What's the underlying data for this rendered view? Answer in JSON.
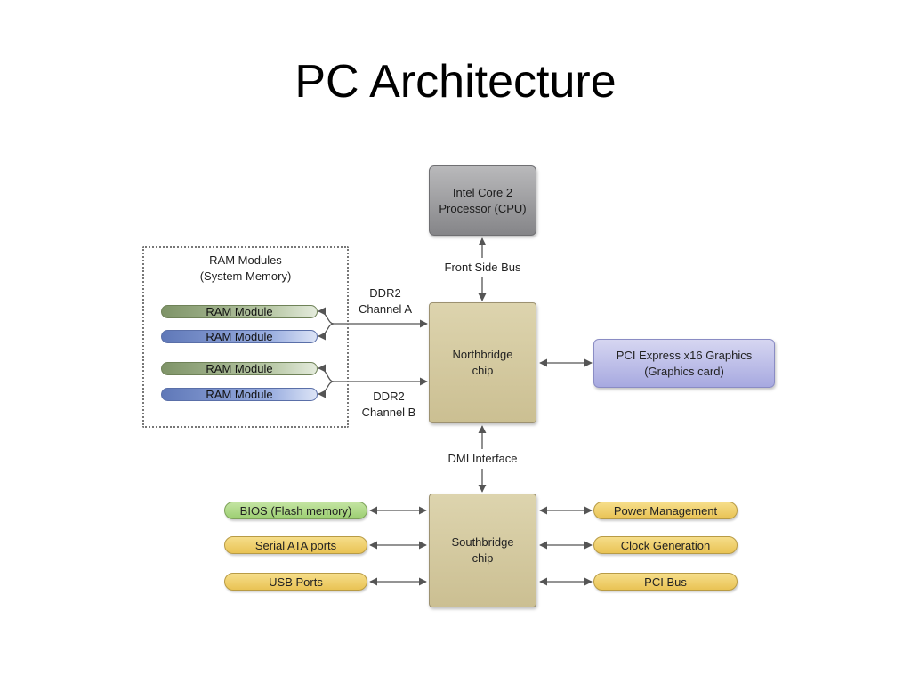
{
  "slide": {
    "title": "PC Architecture"
  },
  "cpu": {
    "line1": "Intel Core 2",
    "line2": "Processor (CPU)"
  },
  "northbridge": {
    "line1": "Northbridge",
    "line2": "chip"
  },
  "southbridge": {
    "line1": "Southbridge",
    "line2": "chip"
  },
  "graphics": {
    "line1": "PCI Express x16 Graphics",
    "line2": "(Graphics card)"
  },
  "ram_group": {
    "line1": "RAM Modules",
    "line2": "(System Memory)",
    "modules": [
      "RAM Module",
      "RAM Module",
      "RAM Module",
      "RAM Module"
    ]
  },
  "buses": {
    "front_side": "Front Side Bus",
    "dmi": "DMI Interface",
    "channel_a": {
      "line1": "DDR2",
      "line2": "Channel A"
    },
    "channel_b": {
      "line1": "DDR2",
      "line2": "Channel B"
    }
  },
  "southbridge_left": [
    "BIOS (Flash memory)",
    "Serial ATA ports",
    "USB Ports"
  ],
  "southbridge_right": [
    "Power Management",
    "Clock Generation",
    "PCI Bus"
  ],
  "colors": {
    "chip": "#d3c99f",
    "cpu": "#9c9c9f",
    "graphics": "#b9bbe8",
    "pill_yellow": "#efcf6a",
    "pill_green": "#afd887",
    "ram_green": "#9aae84",
    "ram_blue": "#7e94d0",
    "connector": "#555555"
  }
}
